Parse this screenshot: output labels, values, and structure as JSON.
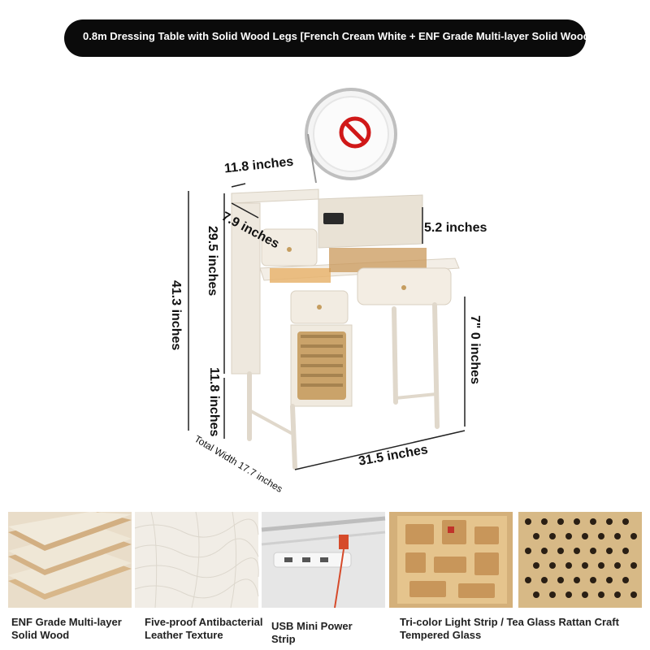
{
  "title": "0.8m Dressing Table with Solid Wood Legs [French Cream White + ENF Grade Multi-layer Solid Wood",
  "dimensions": {
    "mirror_depth": "11.8 inches",
    "shelf_depth": "7.9 inches",
    "shelf_height": "5.2 inches",
    "total_height": "41.3 inches",
    "cabinet_height": "29.5 inches",
    "leg_height": "11.8 inches",
    "table_height": "7\" 0 inches",
    "total_width": "Total Width 17.7 inches",
    "width": "31.5 inches"
  },
  "features": [
    {
      "caption_line1": "ENF Grade Multi-layer",
      "caption_line2": "Solid Wood"
    },
    {
      "caption_line1": "Five-proof Antibacterial",
      "caption_line2": "Leather Texture"
    },
    {
      "caption_line1": "USB Mini Power",
      "caption_line2": "Strip"
    },
    {
      "caption_line1": "Tri-color Light Strip / Tea Glass Rattan Craft",
      "caption_line2": "Tempered Glass"
    }
  ],
  "colors": {
    "cream": "#efe7da",
    "wood": "#d9b98c",
    "rattan": "#c9a46c",
    "dark": "#0b0b0b"
  }
}
